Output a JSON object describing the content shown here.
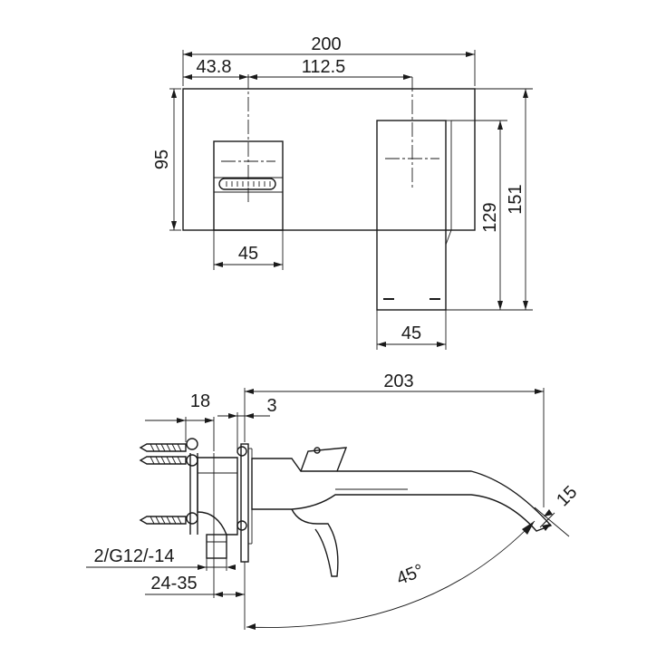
{
  "front_view": {
    "dim_overall_width": "200",
    "dim_handle_offset": "43.8",
    "dim_spout_offset": "112.5",
    "dim_height": "95",
    "dim_spout_height_inner": "129",
    "dim_spout_height_outer": "151",
    "dim_handle_width": "45",
    "dim_spout_width": "45"
  },
  "side_view": {
    "dim_total_projection": "203",
    "dim_body_depth": "18",
    "dim_plate": "3",
    "dim_outlet": "15",
    "dim_thread": "2/G12/-14",
    "dim_wall_range": "24-35",
    "dim_angle": "45°"
  }
}
